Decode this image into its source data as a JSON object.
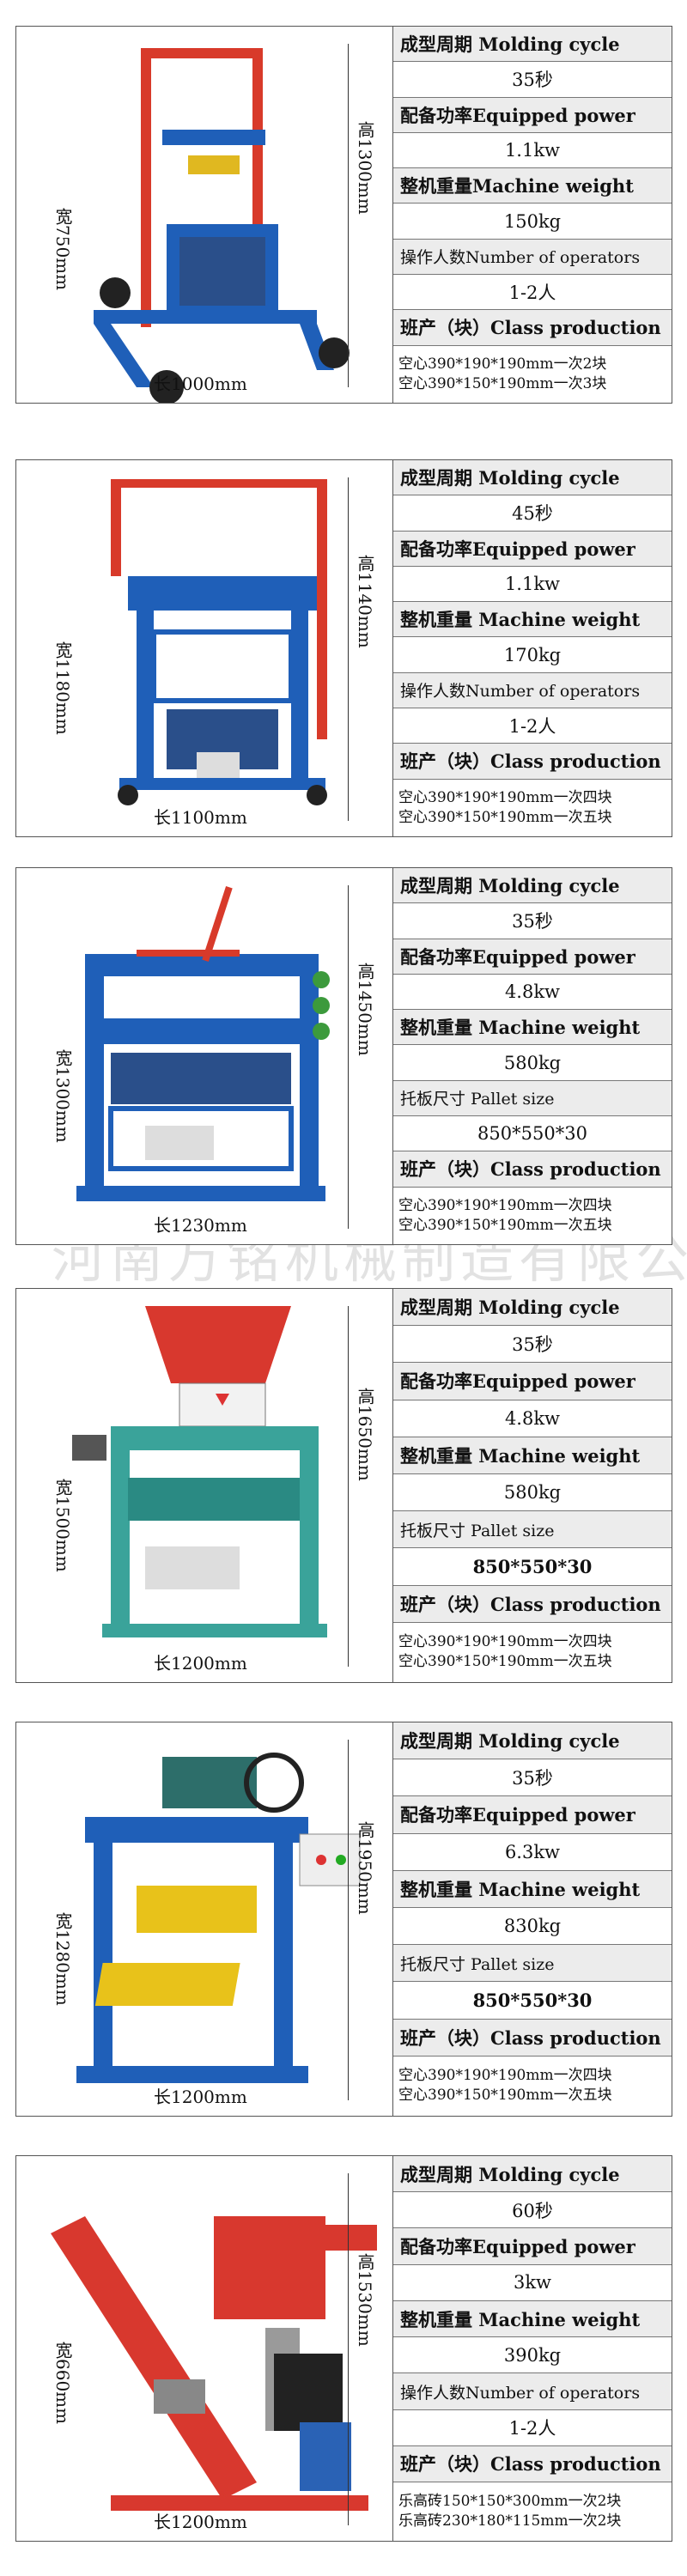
{
  "machines": [
    {
      "dims": {
        "height": "高1300mm",
        "width": "宽750mm",
        "length": "长1000mm"
      },
      "rows": [
        {
          "kind": "label",
          "text": "成型周期 Molding cycle"
        },
        {
          "kind": "value",
          "text": "35秒"
        },
        {
          "kind": "label",
          "text": "配备功率Equipped power"
        },
        {
          "kind": "value",
          "text": "1.1kw"
        },
        {
          "kind": "label",
          "text": "整机重量Machine weight"
        },
        {
          "kind": "value",
          "text": "150kg"
        },
        {
          "kind": "label-small",
          "text": "操作人数Number of operators"
        },
        {
          "kind": "value",
          "text": "1-2人"
        },
        {
          "kind": "label",
          "text": "班产（块）Class production"
        },
        {
          "kind": "prod",
          "lines": [
            "空心390*190*190mm一次2块",
            "空心390*150*190mm一次3块"
          ]
        }
      ],
      "colors": {
        "frame": "#1f5fb8",
        "accent": "#d83a2a"
      }
    },
    {
      "dims": {
        "height": "高1140mm",
        "width": "宽1180mm",
        "length": "长1100mm"
      },
      "rows": [
        {
          "kind": "label",
          "text": "成型周期 Molding cycle"
        },
        {
          "kind": "value",
          "text": "45秒"
        },
        {
          "kind": "label",
          "text": "配备功率Equipped power"
        },
        {
          "kind": "value",
          "text": "1.1kw"
        },
        {
          "kind": "label",
          "text": "整机重量 Machine weight"
        },
        {
          "kind": "value",
          "text": "170kg"
        },
        {
          "kind": "label-small",
          "text": "操作人数Number of operators"
        },
        {
          "kind": "value",
          "text": "1-2人"
        },
        {
          "kind": "label",
          "text": "班产（块）Class production"
        },
        {
          "kind": "prod",
          "lines": [
            "空心390*190*190mm一次四块",
            "空心390*150*190mm一次五块"
          ]
        }
      ],
      "colors": {
        "frame": "#1f5fb8",
        "accent": "#d83a2a"
      }
    },
    {
      "dims": {
        "height": "高1450mm",
        "width": "宽1300mm",
        "length": "长1230mm"
      },
      "rows": [
        {
          "kind": "label",
          "text": "成型周期 Molding cycle"
        },
        {
          "kind": "value",
          "text": "35秒"
        },
        {
          "kind": "label",
          "text": "配备功率Equipped power"
        },
        {
          "kind": "value",
          "text": "4.8kw"
        },
        {
          "kind": "label",
          "text": "整机重量 Machine weight"
        },
        {
          "kind": "value",
          "text": "580kg"
        },
        {
          "kind": "label-small",
          "text": "托板尺寸 Pallet size"
        },
        {
          "kind": "value",
          "text": "850*550*30"
        },
        {
          "kind": "label",
          "text": "班产（块）Class production"
        },
        {
          "kind": "prod",
          "lines": [
            "空心390*190*190mm一次四块",
            "空心390*150*190mm一次五块"
          ]
        }
      ],
      "colors": {
        "frame": "#1f5fb8",
        "accent": "#d83a2a"
      }
    },
    {
      "dims": {
        "height": "高1650mm",
        "width": "宽1500mm",
        "length": "长1200mm"
      },
      "rows": [
        {
          "kind": "label",
          "text": "成型周期 Molding cycle"
        },
        {
          "kind": "value",
          "text": "35秒"
        },
        {
          "kind": "label",
          "text": "配备功率Equipped power"
        },
        {
          "kind": "value",
          "text": "4.8kw"
        },
        {
          "kind": "label",
          "text": "整机重量 Machine weight"
        },
        {
          "kind": "value",
          "text": "580kg"
        },
        {
          "kind": "label-small",
          "text": "托板尺寸 Pallet size"
        },
        {
          "kind": "value-bold",
          "text": "850*550*30"
        },
        {
          "kind": "label",
          "text": "班产（块）Class production"
        },
        {
          "kind": "prod",
          "lines": [
            "空心390*190*190mm一次四块",
            "空心390*150*190mm一次五块"
          ]
        }
      ],
      "colors": {
        "frame": "#3aa39a",
        "accent": "#d8382e"
      }
    },
    {
      "dims": {
        "height": "高1950mm",
        "width": "宽1280mm",
        "length": "长1200mm"
      },
      "rows": [
        {
          "kind": "label",
          "text": "成型周期 Molding cycle"
        },
        {
          "kind": "value",
          "text": "35秒"
        },
        {
          "kind": "label",
          "text": "配备功率Equipped power"
        },
        {
          "kind": "value",
          "text": "6.3kw"
        },
        {
          "kind": "label",
          "text": "整机重量 Machine weight"
        },
        {
          "kind": "value",
          "text": "830kg"
        },
        {
          "kind": "label-small",
          "text": "托板尺寸 Pallet size"
        },
        {
          "kind": "value-bold",
          "text": "850*550*30"
        },
        {
          "kind": "label",
          "text": "班产（块）Class production"
        },
        {
          "kind": "prod",
          "lines": [
            "空心390*190*190mm一次四块",
            "空心390*150*190mm一次五块"
          ]
        }
      ],
      "colors": {
        "frame": "#1f5fb8",
        "accent": "#e8c21a"
      }
    },
    {
      "dims": {
        "height": "高1530mm",
        "width": "宽660mm",
        "length": "长1200mm"
      },
      "rows": [
        {
          "kind": "label",
          "text": "成型周期 Molding cycle"
        },
        {
          "kind": "value",
          "text": "60秒"
        },
        {
          "kind": "label",
          "text": "配备功率Equipped power"
        },
        {
          "kind": "value",
          "text": "3kw"
        },
        {
          "kind": "label",
          "text": "整机重量 Machine weight"
        },
        {
          "kind": "value",
          "text": "390kg"
        },
        {
          "kind": "label-small",
          "text": "操作人数Number of operators"
        },
        {
          "kind": "value",
          "text": "1-2人"
        },
        {
          "kind": "label",
          "text": "班产（块）Class production"
        },
        {
          "kind": "prod",
          "lines": [
            "乐高砖150*150*300mm一次2块",
            "乐高砖230*180*115mm一次2块"
          ]
        }
      ],
      "colors": {
        "frame": "#d8382e",
        "accent": "#2a62b5"
      }
    }
  ],
  "watermark": "河南万铭机械制造有限公司"
}
